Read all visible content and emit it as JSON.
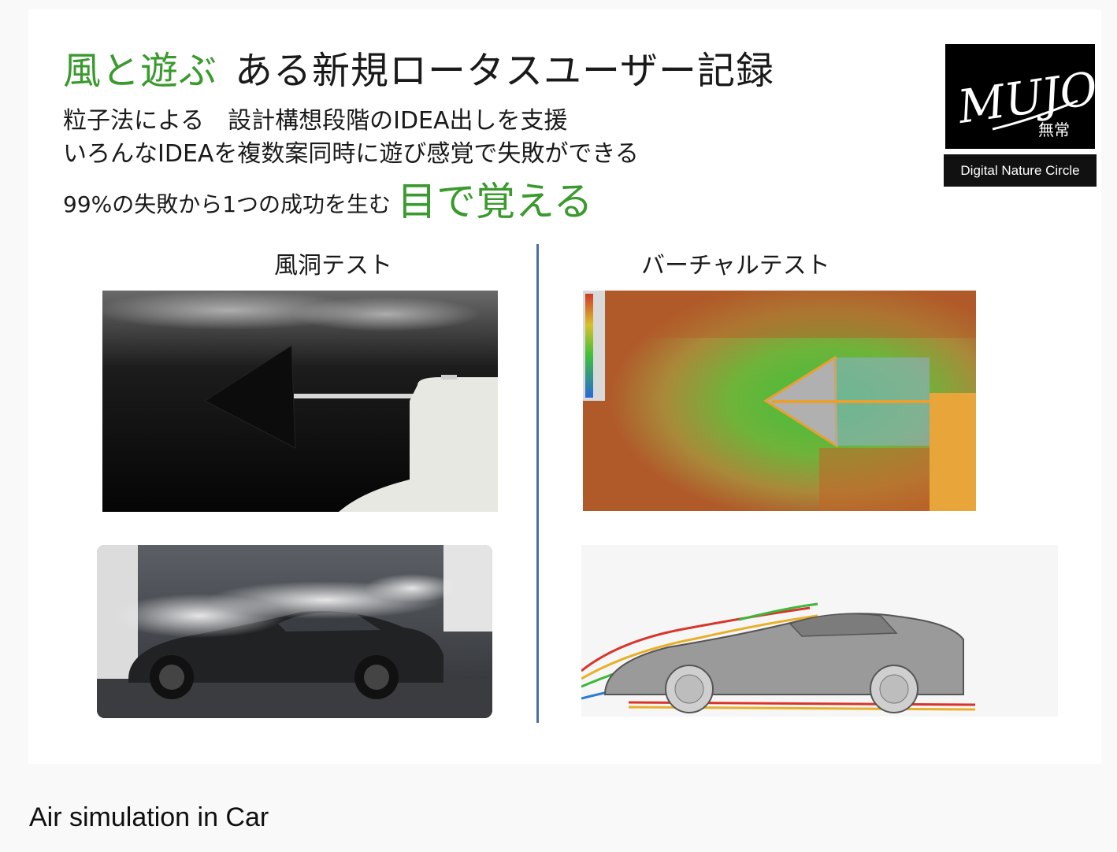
{
  "slide": {
    "title_highlight": "風と遊ぶ",
    "title_rest": "ある新規ロータスユーザー記録",
    "line1": "粒子法による　設計構想段階のIDEA出しを支援",
    "line2": "いろんなIDEAを複数案同時に遊び感覚で失敗ができる",
    "line3": "99%の失敗から1つの成功を生む",
    "line3_highlight": "目で覚える",
    "logo_text": "MUJO",
    "logo_kanji": "無常",
    "logo_caption": "Digital Nature Circle",
    "left_section_label": "風洞テスト",
    "right_section_label": "バーチャルテスト"
  },
  "caption": "Air simulation in Car",
  "colors": {
    "accent_green": "#3a9a2e",
    "divider_blue": "#4a6fa8",
    "background": "#f9f9f9"
  }
}
